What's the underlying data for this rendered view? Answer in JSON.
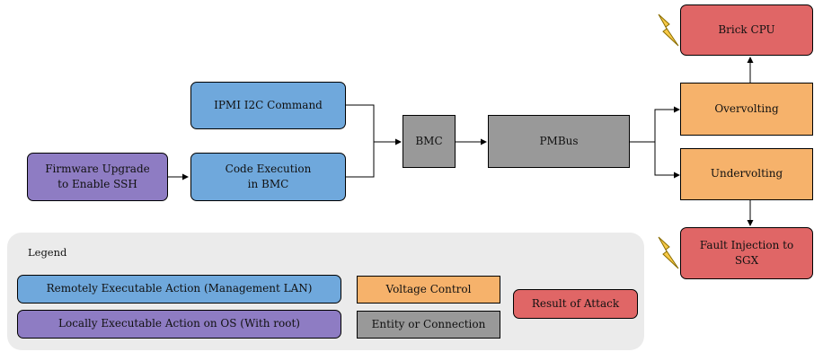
{
  "nodes": {
    "ipmi": "IPMI I2C Command",
    "firmware": "Firmware Upgrade\nto Enable SSH",
    "code_exec": "Code Execution\nin BMC",
    "bmc": "BMC",
    "pmbus": "PMBus",
    "brick": "Brick CPU",
    "overvolting": "Overvolting",
    "undervolting": "Undervolting",
    "fault": "Fault Injection to\nSGX"
  },
  "legend": {
    "title": "Legend",
    "remote": "Remotely Executable Action (Management LAN)",
    "local": "Locally Executable Action on OS (With root)",
    "voltage": "Voltage Control",
    "entity": "Entity or Connection",
    "result": "Result of Attack"
  },
  "colors": {
    "remote_action": "#6fa8dc",
    "local_action": "#8e7cc3",
    "voltage_control": "#f6b26b",
    "entity": "#999999",
    "attack_result": "#e06666",
    "legend_background": "#ebebeb",
    "lightning": "#f7c948"
  },
  "icons": [
    "lightning-icon"
  ]
}
